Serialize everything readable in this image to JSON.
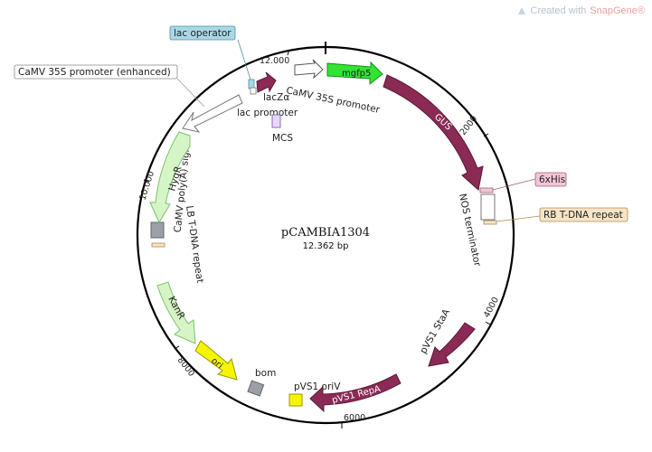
{
  "watermark": {
    "prefix": "Created with ",
    "brand": "SnapGene®"
  },
  "plasmid": {
    "name": "pCAMBIA1304",
    "size_label": "12.362 bp"
  },
  "ticks": [
    "12.000",
    "2000",
    "4000",
    "6000",
    "8000",
    "10.000"
  ],
  "features": {
    "lacz": "lacZα",
    "lac_promoter": "lac promoter",
    "mcs": "MCS",
    "camv_right": "CaMV 35S promoter",
    "mgfp5": "mgfp5",
    "gus": "GUS",
    "nos": "NOS terminator",
    "pvs1_staa": "pVS1 StaA",
    "pvs1_repa": "pVS1 RepA",
    "pvs1_oriv": "pVS1 oriV",
    "bom": "bom",
    "ori": "ori",
    "kanr": "KanR",
    "lb_repeat": "LB T-DNA repeat",
    "camv_polya": "CaMV poly(A) signal",
    "hygr": "HygR"
  },
  "callouts": {
    "lac_operator": "lac operator",
    "camv_enhanced": "CaMV 35S promoter (enhanced)",
    "his_tag": "6xHis",
    "rb_repeat": "RB T-DNA repeat"
  },
  "colors": {
    "backbone": "#000000",
    "maroon": "#8b2a55",
    "green": "#33e233",
    "light_green": "#d6f5c6",
    "yellow": "#f5f500",
    "gray": "#9aa0a6",
    "lac_operator_bg": "#a8d8e6",
    "his_bg": "#f2c6d9",
    "rb_bg": "#f7e4c6",
    "camv_bg": "#ffffff"
  }
}
